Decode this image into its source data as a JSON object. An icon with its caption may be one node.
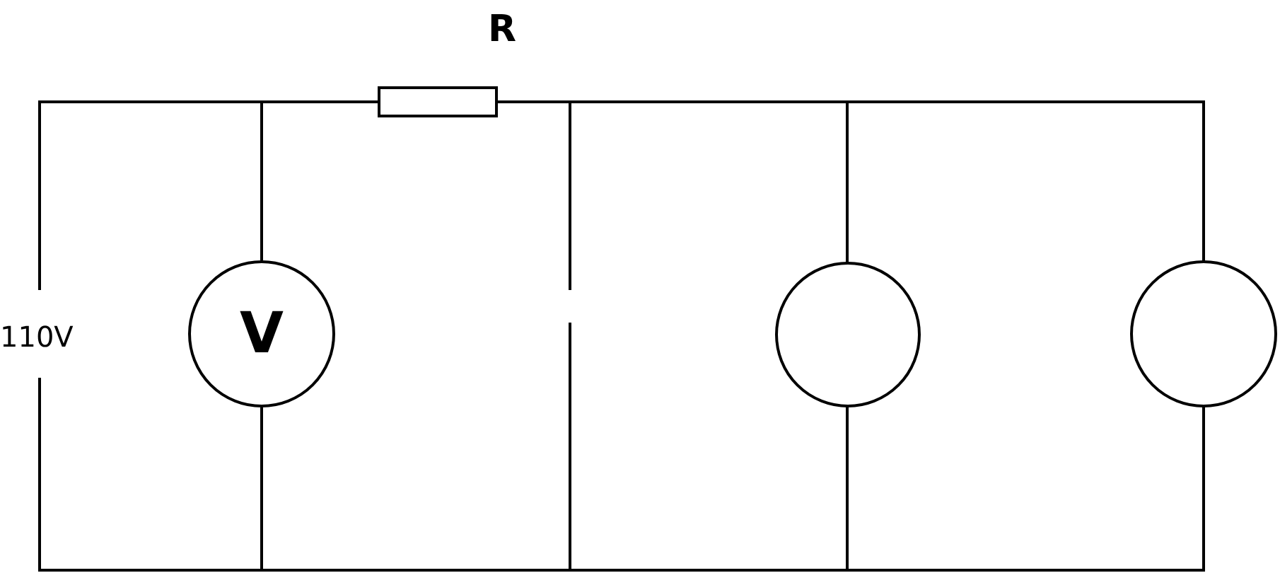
{
  "diagram": {
    "nodes": [
      {
        "text": [],
        "shape": "box",
        "beside": [
          "R"
        ]
      },
      {
        "text": [
          "V"
        ]
      },
      {
        "text": [],
        "shape": "circle"
      },
      {
        "text": [],
        "shape": "circle"
      }
    ],
    "labels": [
      "110V"
    ]
  }
}
